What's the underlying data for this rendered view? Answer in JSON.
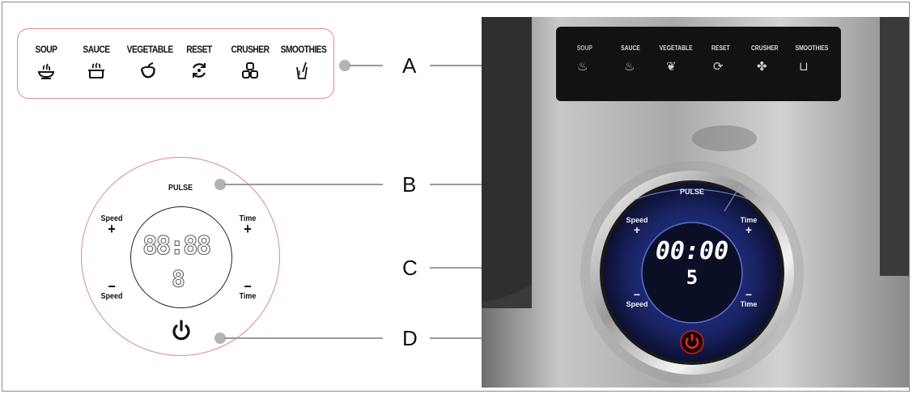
{
  "modes": [
    {
      "label": "SOUP",
      "icon": "soup-bowl-icon"
    },
    {
      "label": "SAUCE",
      "icon": "sauce-pot-icon"
    },
    {
      "label": "VEGETABLE",
      "icon": "vegetable-icon"
    },
    {
      "label": "RESET",
      "icon": "reset-cycle-icon"
    },
    {
      "label": "CRUSHER",
      "icon": "ice-crusher-icon"
    },
    {
      "label": "SMOOTHIES",
      "icon": "smoothie-glass-icon"
    }
  ],
  "dial": {
    "pulse": "PULSE",
    "speed": "Speed",
    "time": "Time",
    "plus": "+",
    "minus": "−",
    "seg_time": "88:88",
    "seg_digit": "8",
    "power_icon": "power-icon"
  },
  "callouts": [
    "A",
    "B",
    "C",
    "D"
  ],
  "display": {
    "time": "00:00",
    "speed": "5"
  },
  "colors": {
    "outline": "#d98c8c",
    "leader": "#9a9a9a",
    "display_blue": "#3a55c8",
    "power_red": "#e01818"
  }
}
